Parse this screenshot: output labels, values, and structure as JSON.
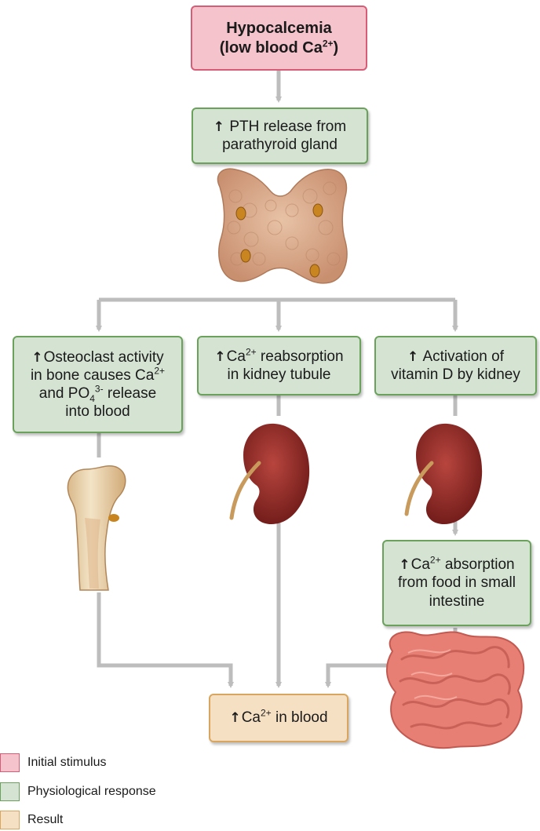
{
  "stimulus": {
    "line1": "Hypocalcemia",
    "line2_prefix": "(low blood Ca",
    "line2_sup": "2+",
    "line2_suffix": ")"
  },
  "up_arrow": "↑",
  "pth": {
    "line1": "PTH release from",
    "line2": "parathyroid gland"
  },
  "osteoclast": {
    "line1": "Osteoclast activity",
    "line2_prefix": "in bone causes Ca",
    "line2_sup": "2+",
    "line3_prefix": "and PO",
    "line3_sub": "4",
    "line3_sup": "3-",
    "line3_suffix": " release",
    "line4": "into blood"
  },
  "reabsorption": {
    "line1_prefix": "Ca",
    "line1_sup": "2+",
    "line1_suffix": " reabsorption",
    "line2": "in kidney tubule"
  },
  "vitamin_d": {
    "line1": "Activation of",
    "line2": "vitamin D by kidney"
  },
  "absorption": {
    "line1_prefix": "Ca",
    "line1_sup": "2+",
    "line1_suffix": " absorption",
    "line2": "from food in small",
    "line3": "intestine"
  },
  "result": {
    "prefix": "Ca",
    "sup": "2+",
    "suffix": " in blood"
  },
  "legend": [
    {
      "label": "Initial stimulus",
      "color": "#f5c3cc",
      "border": "#d65d77"
    },
    {
      "label": "Physiological response",
      "color": "#d5e3d3",
      "border": "#6aa25b"
    },
    {
      "label": "Result",
      "color": "#f6e0c4",
      "border": "#d9a65f"
    }
  ],
  "colors": {
    "connector": "#bdbdbd",
    "stimulus_fill": "#f5c3cc",
    "response_fill": "#d5e3d3",
    "result_fill": "#f6e0c4"
  },
  "illustrations": [
    "parathyroid-gland",
    "femur-bone",
    "kidney",
    "kidney",
    "small-intestine"
  ]
}
